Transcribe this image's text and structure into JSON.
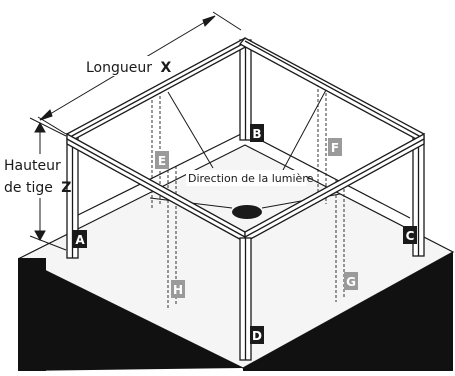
{
  "dimensions": {
    "length_label": "Longueur",
    "length_var": "X",
    "height_label_line1": "Hauteur",
    "height_label_line2": "de tige",
    "height_var": "Z"
  },
  "light": {
    "label": "Direction de la lumière"
  },
  "legs": [
    {
      "id": "A"
    },
    {
      "id": "B"
    },
    {
      "id": "C"
    },
    {
      "id": "D"
    }
  ],
  "sensors": [
    {
      "id": "E"
    },
    {
      "id": "F"
    },
    {
      "id": "G"
    },
    {
      "id": "H"
    }
  ],
  "colors": {
    "line": "#1a1a1a",
    "label_dark_bg": "#1a1a1a",
    "label_gray_bg": "#9a9a9a",
    "label_text": "#ffffff",
    "base_top": "#f4f4f4",
    "base_side": "#111111"
  }
}
